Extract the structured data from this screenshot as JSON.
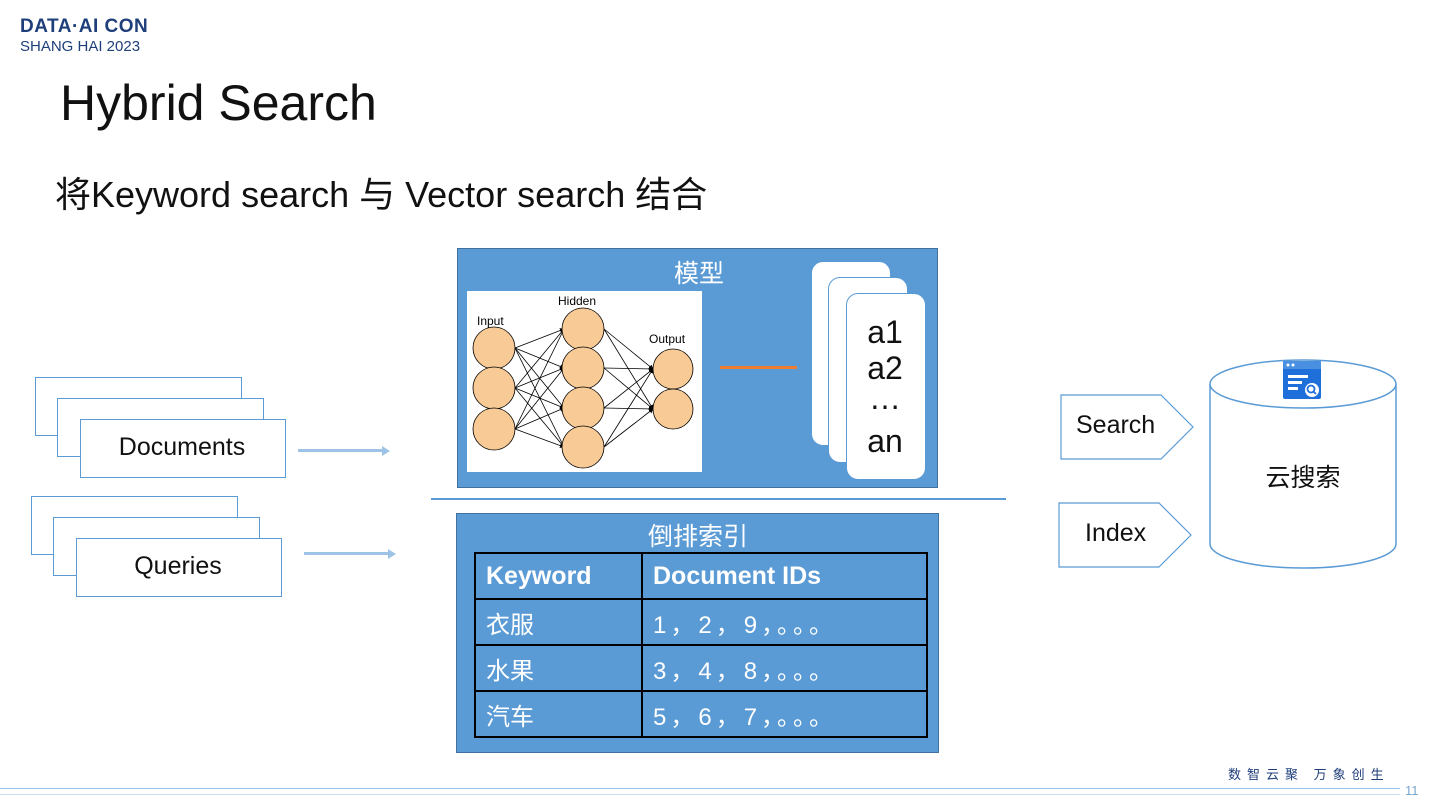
{
  "logo": {
    "line1": "DATA·AI CON",
    "line2": "SHANG HAI 2023"
  },
  "title": "Hybrid Search",
  "subtitle": "将Keyword search 与 Vector search 结合",
  "inputs": {
    "documents": "Documents",
    "queries": "Queries"
  },
  "model": {
    "title": "模型",
    "nn_labels": {
      "input": "Input",
      "hidden": "Hidden",
      "output": "Output"
    },
    "vector": {
      "a1": "a1",
      "a2": "a2",
      "dots": "…",
      "an": "an"
    }
  },
  "inverted_index": {
    "title": "倒排索引",
    "headers": [
      "Keyword",
      "Document IDs"
    ],
    "rows": [
      {
        "keyword": "衣服",
        "ids": "1，2，9，。。。"
      },
      {
        "keyword": "水果",
        "ids": "3，4，8，。。。"
      },
      {
        "keyword": "汽车",
        "ids": "5，6，7，。。。"
      }
    ]
  },
  "actions": {
    "search": "Search",
    "index": "Index"
  },
  "store": {
    "label": "云搜索"
  },
  "footer": {
    "slogan": "数智云聚  万象创生",
    "page": "11"
  },
  "colors": {
    "accent_blue": "#5b9bd5",
    "arrow_blue": "#9dc3e6",
    "orange": "#ed7d31",
    "node_fill": "#f8cb96"
  }
}
